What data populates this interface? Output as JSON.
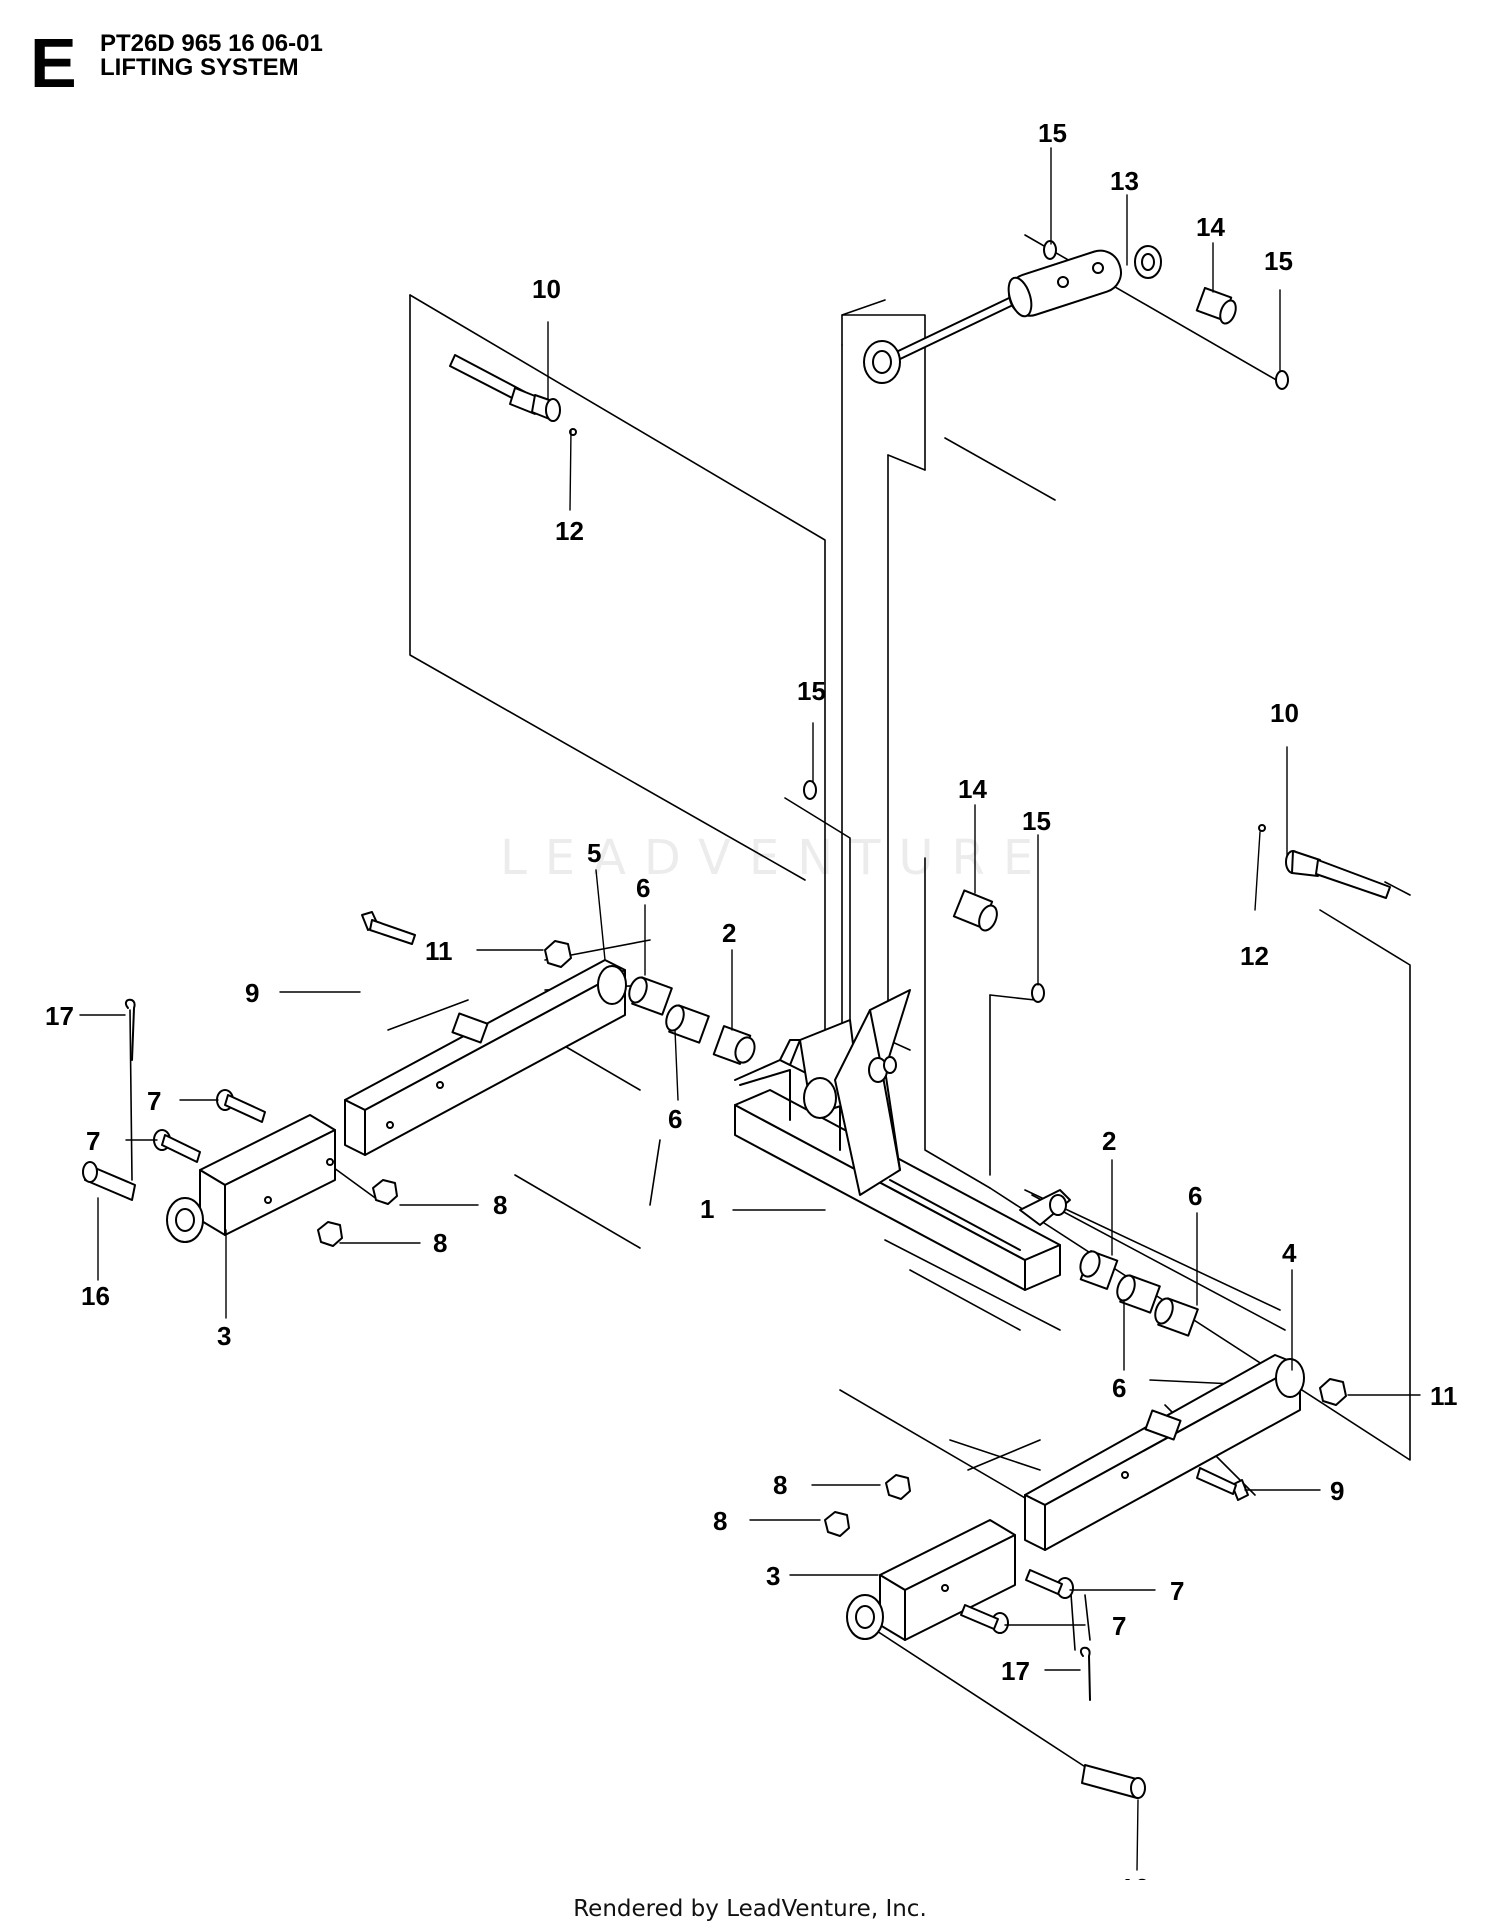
{
  "header": {
    "section_letter": "E",
    "model_code": "PT26D 965 16 06-01",
    "title": "LIFTING SYSTEM"
  },
  "diagram": {
    "part_labels": [
      "1",
      "2",
      "3",
      "4",
      "5",
      "6",
      "7",
      "8",
      "9",
      "10",
      "11",
      "12",
      "13",
      "14",
      "15",
      "16",
      "17"
    ]
  },
  "watermark": {
    "text": "LEADVENTURE"
  },
  "footer": {
    "text": "Rendered by LeadVenture, Inc."
  }
}
